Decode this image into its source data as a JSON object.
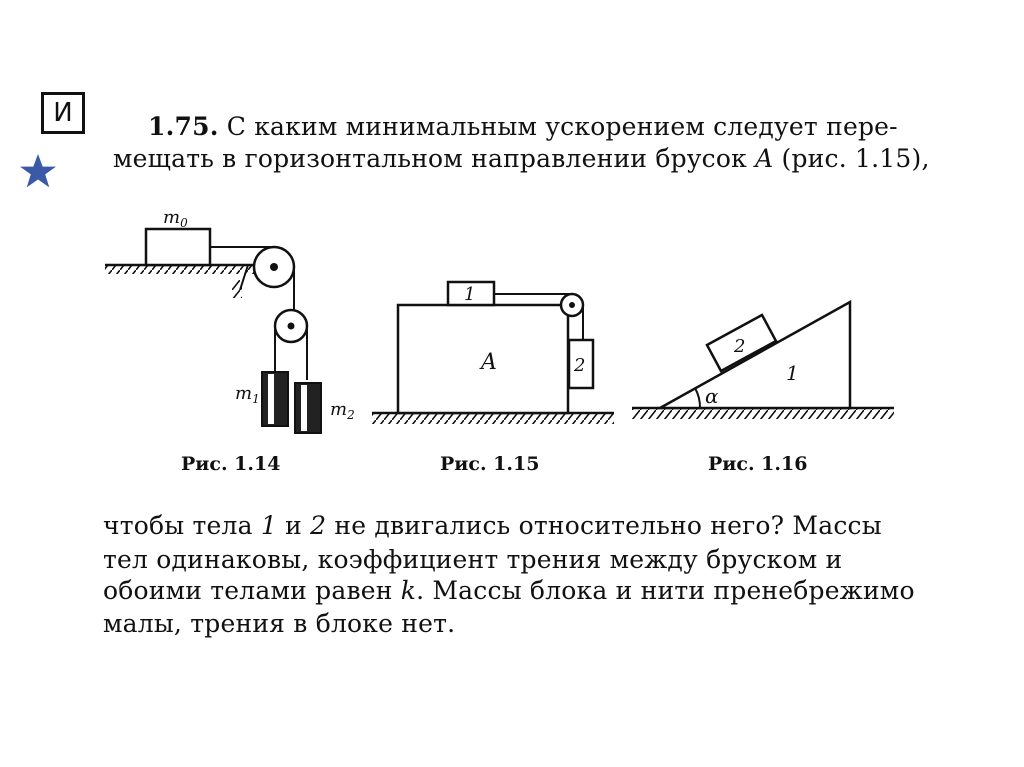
{
  "badge": "И",
  "problem": {
    "number": "1.75.",
    "line1_rest": " С каким минимальным ускорением следует пере-",
    "line2_a": "мещать в горизонтальном направлении брусок ",
    "line2_var": "A",
    "line2_b": " (рис. 1.15),",
    "line3_a": "чтобы тела ",
    "line3_n1": "1",
    "line3_b": " и ",
    "line3_n2": "2",
    "line3_c": " не двигались относительно него? Массы",
    "line4": "тел одинаковы, коэффициент трения между бруском и",
    "line5_a": "обоими телами равен ",
    "line5_var": "k",
    "line5_b": ". Массы блока и нити пренебрежимо",
    "line6": "малы, трения в блоке нет."
  },
  "figures": {
    "fig14": {
      "caption": "Рис. 1.14",
      "m0": "m",
      "m0_sub": "0",
      "m1": "m",
      "m1_sub": "1",
      "m2": "m",
      "m2_sub": "2"
    },
    "fig15": {
      "caption": "Рис. 1.15",
      "block_A": "A",
      "body1": "1",
      "body2": "2"
    },
    "fig16": {
      "caption": "Рис. 1.16",
      "body1": "1",
      "body2": "2",
      "angle": "α"
    }
  },
  "colors": {
    "star": "#3a5aa8",
    "ink": "#111111"
  },
  "icons": {
    "badge_marker": "badge-icon",
    "star": "star-icon"
  }
}
